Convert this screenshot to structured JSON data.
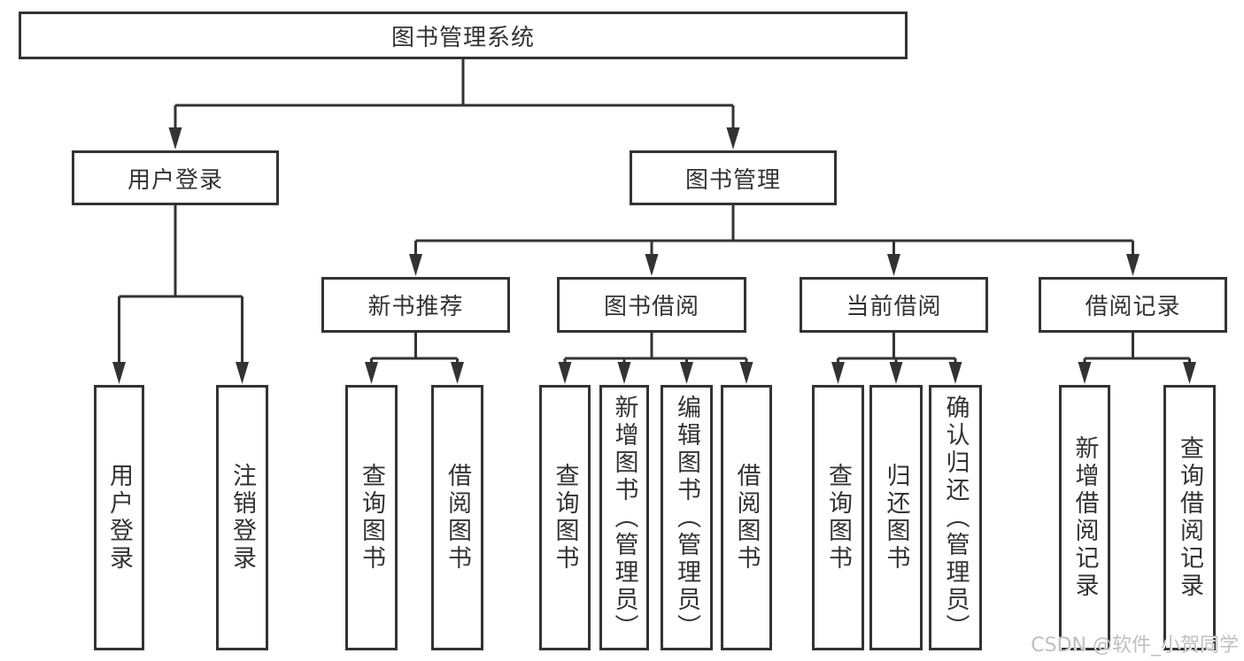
{
  "diagram": {
    "title": "图书管理系统",
    "level2": [
      {
        "label": "用户登录",
        "leaves": [
          "用户登录",
          "注销登录"
        ]
      },
      {
        "label": "图书管理",
        "groups": [
          {
            "label": "新书推荐",
            "leaves": [
              "查询图书",
              "借阅图书"
            ]
          },
          {
            "label": "图书借阅",
            "leaves": [
              "查询图书",
              "新增图书（管理员）",
              "编辑图书（管理员）",
              "借阅图书"
            ]
          },
          {
            "label": "当前借阅",
            "leaves": [
              "查询图书",
              "归还图书",
              "确认归还（管理员）"
            ]
          },
          {
            "label": "借阅记录",
            "leaves": [
              "新增借阅记录",
              "查询借阅记录"
            ]
          }
        ]
      }
    ]
  },
  "watermark": {
    "text": "CSDN @软件_小贺同学",
    "color": "#bfbfbf"
  },
  "colors": {
    "line": "#333333",
    "box_border": "#333333",
    "box_fill": "#ffffff",
    "text": "#333333",
    "background": "#ffffff"
  }
}
